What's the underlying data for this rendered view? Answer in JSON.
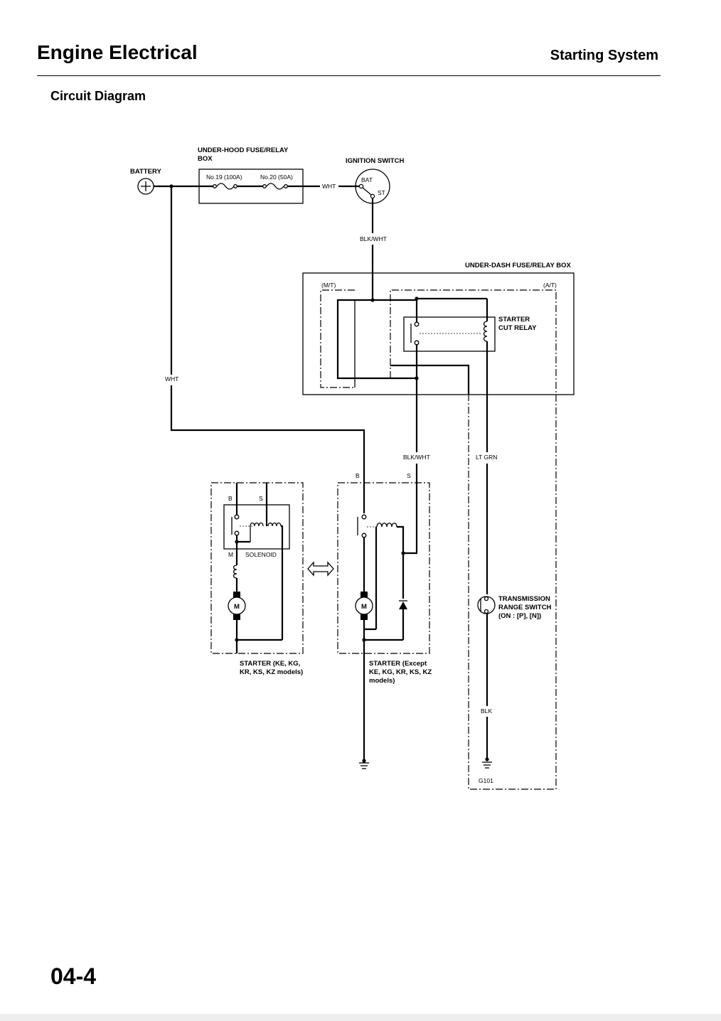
{
  "header": {
    "title": "Engine Electrical",
    "section": "Starting System",
    "subheading": "Circuit Diagram",
    "page_number": "04-4"
  },
  "diagram": {
    "battery": "BATTERY",
    "under_hood_box": {
      "line1": "UNDER-HOOD FUSE/RELAY",
      "line2": "BOX"
    },
    "fuse_19": "No.19 (100A)",
    "fuse_20": "No.20 (50A)",
    "ignition_switch": "IGNITION SWITCH",
    "ign_bat": "BAT",
    "ign_st": "ST",
    "wire_wht_top": "WHT",
    "wire_blk_wht_top": "BLK/WHT",
    "under_dash_box": "UNDER-DASH FUSE/RELAY BOX",
    "mt": "(M/T)",
    "at": "(A/T)",
    "starter_cut_relay": {
      "line1": "STARTER",
      "line2": "CUT RELAY"
    },
    "wire_wht_left": "WHT",
    "wire_blk_wht_mid": "BLK/WHT",
    "wire_lt_grn": "LT GRN",
    "term_b_right": "B",
    "term_s_right": "S",
    "term_b_left": "B",
    "term_s_left": "S",
    "term_m": "M",
    "solenoid": "SOLENOID",
    "motor_symbol": "M",
    "starter_left": {
      "line1": "STARTER (KE, KG,",
      "line2": "KR, KS, KZ models)"
    },
    "starter_right": {
      "line1": "STARTER (Except",
      "line2": "KE, KG, KR, KS, KZ",
      "line3": "models)"
    },
    "trans_switch": {
      "line1": "TRANSMISSION",
      "line2": "RANGE SWITCH",
      "line3": "(ON : [P], [N])"
    },
    "wire_blk": "BLK",
    "ground": "G101"
  }
}
